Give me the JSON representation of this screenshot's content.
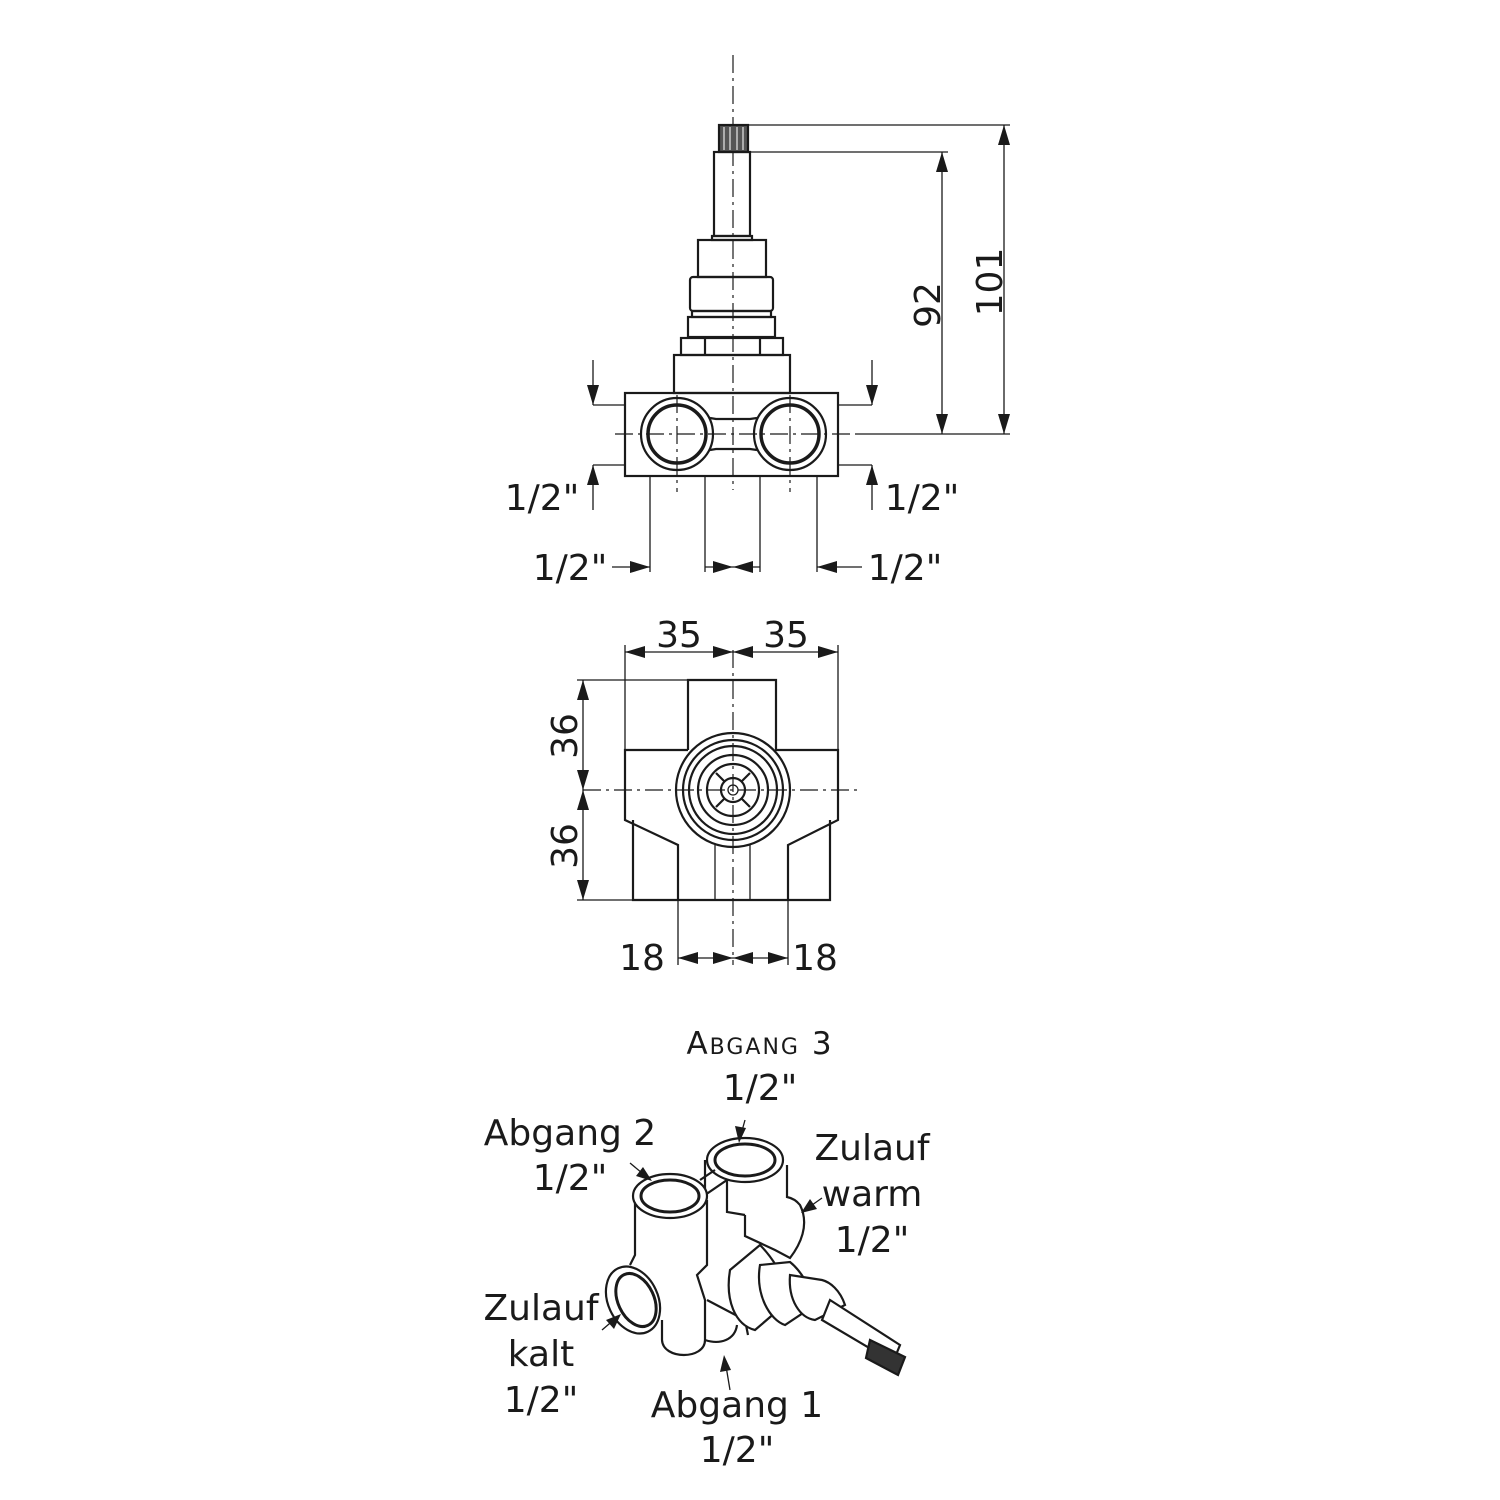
{
  "front_view": {
    "dim_overall_height": "101",
    "dim_stem_height": "92",
    "thread_left_upper": "1/2\"",
    "thread_right_upper": "1/2\"",
    "thread_left_lower": "1/2\"",
    "thread_right_lower": "1/2\""
  },
  "top_view": {
    "dim_left_width": "35",
    "dim_right_width": "35",
    "dim_upper_height": "36",
    "dim_lower_height": "36",
    "dim_left_offset": "18",
    "dim_right_offset": "18"
  },
  "iso_view": {
    "abgang3_label": "Abgang 3",
    "abgang3_size": "1/2\"",
    "abgang2_label": "Abgang 2",
    "abgang2_size": "1/2\"",
    "zulauf_warm_line1": "Zulauf",
    "zulauf_warm_line2": "warm",
    "zulauf_warm_size": "1/2\"",
    "zulauf_kalt_line1": "Zulauf",
    "zulauf_kalt_line2": "kalt",
    "zulauf_kalt_size": "1/2\"",
    "abgang1_label": "Abgang 1",
    "abgang1_size": "1/2\""
  }
}
